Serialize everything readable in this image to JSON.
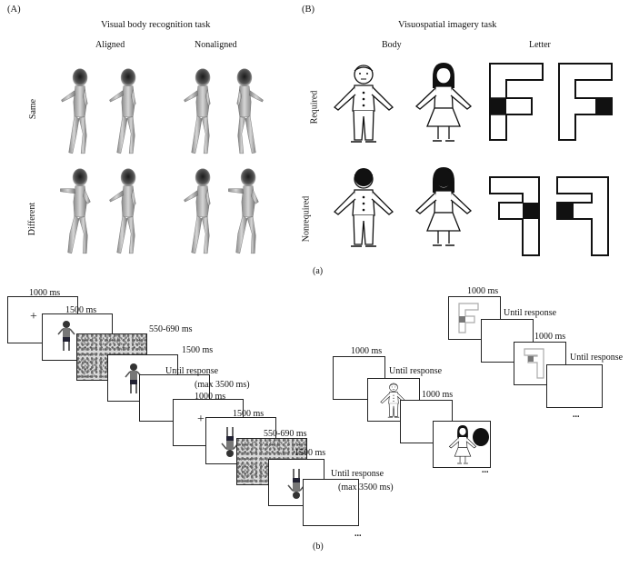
{
  "panelA": {
    "label": "(A)",
    "title": "Visual body recognition task",
    "col_aligned": "Aligned",
    "col_nonaligned": "Nonaligned",
    "row_same": "Same",
    "row_different": "Different"
  },
  "panelB": {
    "label": "(B)",
    "title": "Visuospatial imagery task",
    "col_body": "Body",
    "col_letter": "Letter",
    "row_required": "Required",
    "row_nonrequired": "Nonrequired"
  },
  "caption_a": "(a)",
  "caption_b": "(b)",
  "seq_body": {
    "t1": "1000 ms",
    "t2": "1500 ms",
    "t3": "550-690 ms",
    "t4": "1500 ms",
    "t5a": "Until response",
    "t5b": "(max 3500 ms)",
    "t6": "1000 ms",
    "t7": "1500 ms",
    "t8": "550-690 ms",
    "t9": "1500 ms",
    "t10a": "Until response",
    "t10b": "(max 3500 ms)",
    "fixation": "+",
    "ellipsis": "..."
  },
  "seq_imagery_body": {
    "t1": "1000 ms",
    "t2": "Until response",
    "t3": "1000 ms",
    "ellipsis": "..."
  },
  "seq_imagery_letter": {
    "t1": "1000 ms",
    "t2": "Until response",
    "t3": "1000 ms",
    "t4": "Until response",
    "ellipsis": "..."
  }
}
